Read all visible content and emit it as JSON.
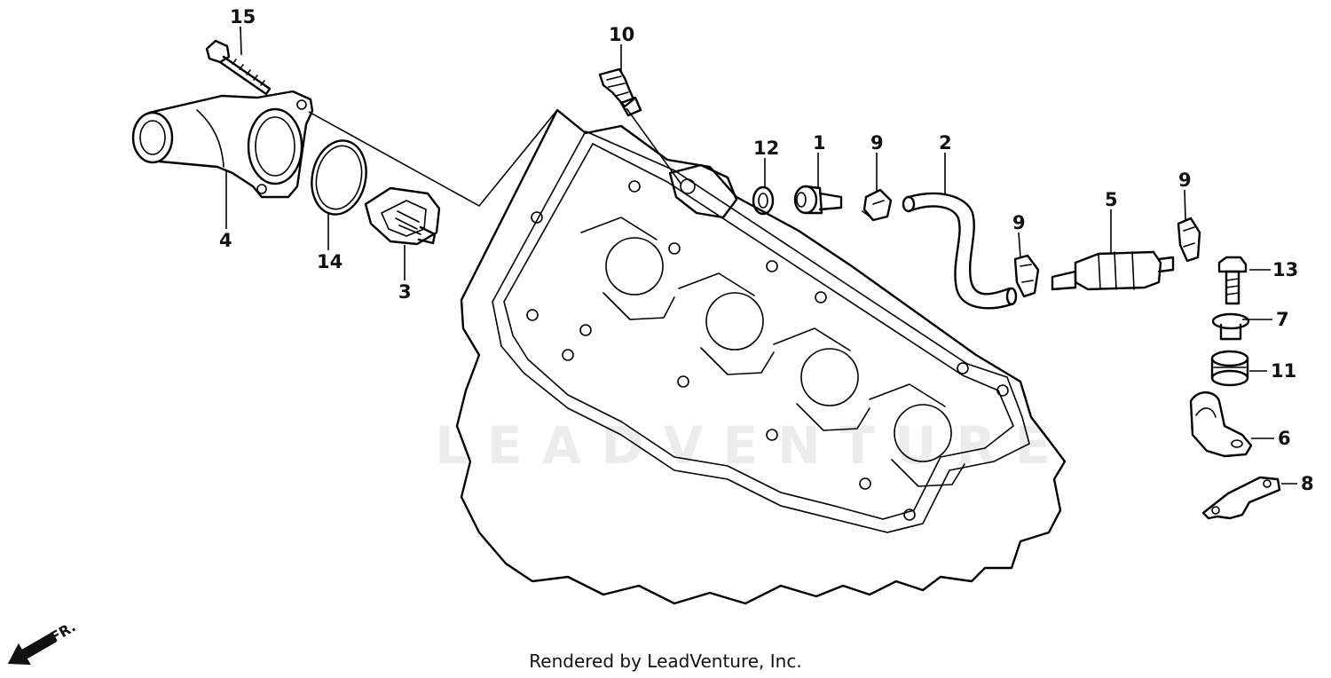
{
  "watermark": "LEADVENTURE",
  "footer": "Rendered by LeadVenture, Inc.",
  "front_marker": "FR.",
  "callouts": [
    {
      "id": "c1",
      "label": "1"
    },
    {
      "id": "c2",
      "label": "2"
    },
    {
      "id": "c3",
      "label": "3"
    },
    {
      "id": "c4",
      "label": "4"
    },
    {
      "id": "c5",
      "label": "5"
    },
    {
      "id": "c6",
      "label": "6"
    },
    {
      "id": "c7",
      "label": "7"
    },
    {
      "id": "c8",
      "label": "8"
    },
    {
      "id": "c9a",
      "label": "9"
    },
    {
      "id": "c9b",
      "label": "9"
    },
    {
      "id": "c9c",
      "label": "9"
    },
    {
      "id": "c10",
      "label": "10"
    },
    {
      "id": "c11",
      "label": "11"
    },
    {
      "id": "c12",
      "label": "12"
    },
    {
      "id": "c13",
      "label": "13"
    },
    {
      "id": "c14",
      "label": "14"
    },
    {
      "id": "c15",
      "label": "15"
    }
  ]
}
